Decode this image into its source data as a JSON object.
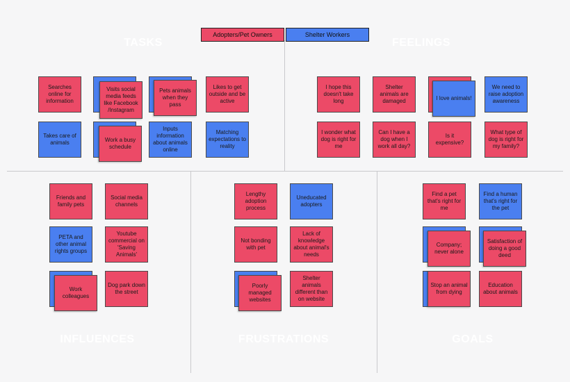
{
  "legend": {
    "adopters": "Adopters/Pet Owners",
    "shelter": "Shelter Workers"
  },
  "colors": {
    "adopter_note": "#ec4a67",
    "shelter_note": "#4a7ff0",
    "background": "#f6f6f7"
  },
  "sections": {
    "tasks": {
      "title": "TASKS",
      "notes": {
        "searches": "Searches online for information",
        "visits_social": "Visits social media feeds like Facebook /Instagram",
        "pets_animals": "Pets animals when they pass",
        "likes_outside": "Likes to get outside and be active",
        "takes_care": "Takes care of animals",
        "work_busy": "Work a busy schedule",
        "inputs_info": "Inputs information about animals online",
        "matching": "Matching expectations to reality"
      }
    },
    "feelings": {
      "title": "FEELINGS",
      "notes": {
        "hope": "I hope this doesn't take long",
        "damaged": "Shelter animals are damaged",
        "love": "I love animals!",
        "raise": "We need to raise adoption awareness",
        "wonder": "I wonder what dog is right for me",
        "can_have": "Can I have a dog when I work all day?",
        "expensive": "Is it expensive?",
        "what_type": "What type of dog is right for my family?"
      }
    },
    "influences": {
      "title": "INFLUENCES",
      "notes": {
        "friends": "Friends and family pets",
        "social_channels": "Social media channels",
        "peta": "PETA and other animal rights groups",
        "youtube": "Youtube commercial on 'Saving Animals'",
        "colleagues": "Work colleagues",
        "dog_park": "Dog park down the street"
      }
    },
    "frustrations": {
      "title": "FRUSTRATIONS",
      "notes": {
        "lengthy": "Lengthy adoption process",
        "uneducated": "Uneducated adopters",
        "not_bonding": "Not bonding with pet",
        "lack_knowledge": "Lack of knowledge about animal's needs",
        "poorly": "Poorly managed websites",
        "different": "Shelter animals different than on website"
      }
    },
    "goals": {
      "title": "GOALS",
      "notes": {
        "find_pet": "Find a pet that's right for me",
        "find_human": "Find a human that's right for the pet",
        "company": "Company; never alone",
        "satisfaction": "Satisfaction of doing a good deed",
        "stop": "Stop an animal from dying",
        "education": "Education about animals"
      }
    }
  }
}
